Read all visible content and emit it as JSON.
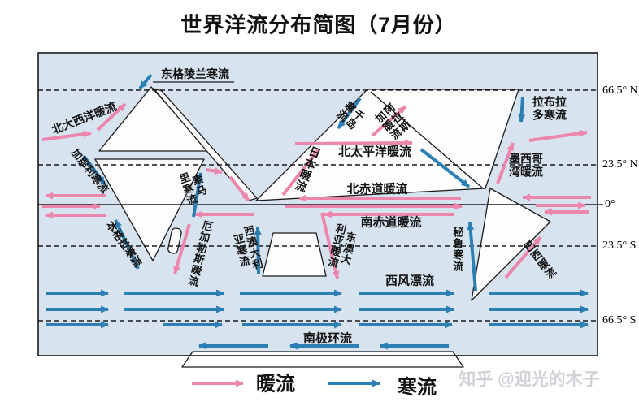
{
  "title": "世界洋流分布简图（7月份）",
  "colors": {
    "warm": "#ec86ad",
    "cold": "#2c7fb2",
    "ocean": "#d7e4f0",
    "land": "#fdfdfe"
  },
  "latitudes": [
    "66.5° N",
    "23.5° N",
    "0°",
    "23.5° S",
    "66.5° S"
  ],
  "labels": {
    "east_greenland": "东格陵兰寒流",
    "north_atlantic": "北大西洋暖流",
    "canary": "加那利寒流",
    "benguela": "本格拉寒流",
    "somali": "索马\n里寒流",
    "agulhas": "厄加勒斯暖流",
    "west_australia": "西澳大利\n亚寒流",
    "east_australia": "东澳大\n利亚暖流",
    "japan": "日本暖流",
    "kuril": "千岛\n寒流",
    "alaska": "阿拉斯\n加暖流",
    "north_pacific": "北太平洋暖流",
    "labrador": "拉布拉\n多寒流",
    "gulf_mexico": "墨西哥\n湾暖流",
    "north_equatorial": "北赤道暖流",
    "south_equatorial": "南赤道暖流",
    "west_wind_drift": "西风漂流",
    "peru": "秘鲁寒流",
    "brazil": "巴西暖流",
    "antarctic_circumpolar": "南极环流"
  },
  "legend": {
    "warm": "暖流",
    "cold": "寒流"
  },
  "watermark": "知乎 @迎光的木子"
}
